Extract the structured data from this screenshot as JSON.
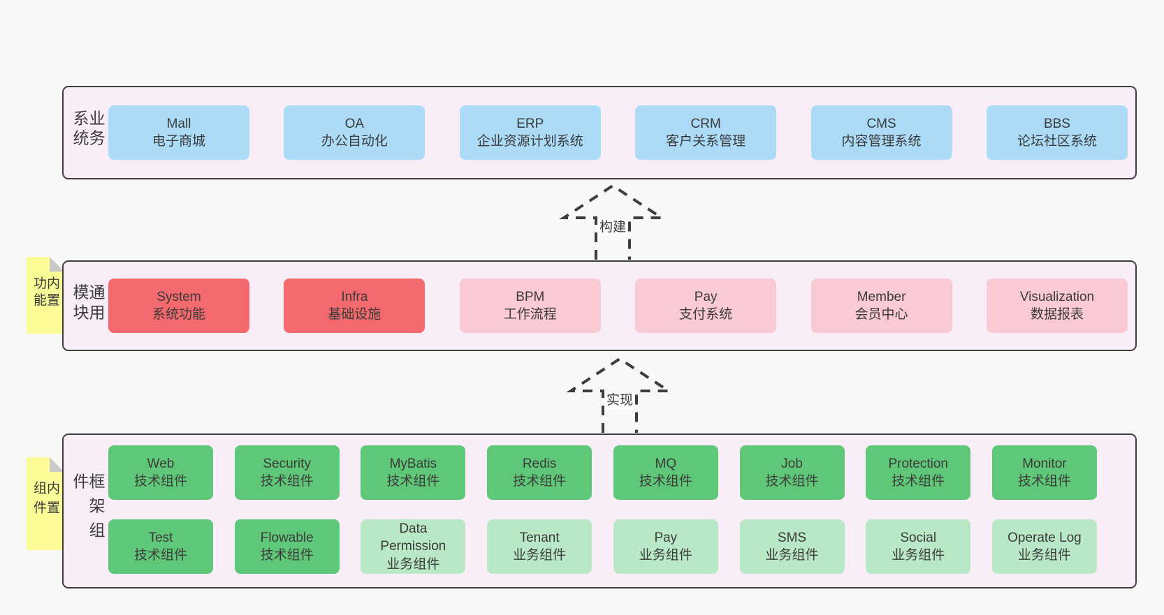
{
  "colors": {
    "page-bg": "#f8f8f8",
    "band-bg": "#f9eef8",
    "line": "#3d3d3d",
    "text": "#3b3b3b",
    "blue": "#abdbf7",
    "red": "#f4696e",
    "pink": "#facad4",
    "green": "#5fc878",
    "lightgreen": "#b9e8c6",
    "yellow": "#fbfb98",
    "fold": "#c9c9c9",
    "label-bg": "#fdfdfd"
  },
  "arrows": [
    {
      "label": "构建"
    },
    {
      "label": "实现"
    }
  ],
  "bands": [
    {
      "label": "业务系统",
      "boxes": [
        {
          "title": "Mall",
          "subtitle": "电子商城"
        },
        {
          "title": "OA",
          "subtitle": "办公自动化"
        },
        {
          "title": "ERP",
          "subtitle": "企业资源计划系统"
        },
        {
          "title": "CRM",
          "subtitle": "客户关系管理"
        },
        {
          "title": "CMS",
          "subtitle": "内容管理系统"
        },
        {
          "title": "BBS",
          "subtitle": "论坛社区系统"
        }
      ]
    },
    {
      "label": "通用模块",
      "sticky": "内置功能",
      "boxes": [
        {
          "title": "System",
          "subtitle": "系统功能"
        },
        {
          "title": "Infra",
          "subtitle": "基础设施"
        },
        {
          "title": "BPM",
          "subtitle": "工作流程"
        },
        {
          "title": "Pay",
          "subtitle": "支付系统"
        },
        {
          "title": "Member",
          "subtitle": "会员中心"
        },
        {
          "title": "Visualization",
          "subtitle": "数据报表"
        }
      ]
    },
    {
      "label": "框架组件",
      "sticky": "内置组件",
      "rows": [
        {
          "boxes": [
            {
              "title": "Web",
              "subtitle": "技术组件"
            },
            {
              "title": "Security",
              "subtitle": "技术组件"
            },
            {
              "title": "MyBatis",
              "subtitle": "技术组件"
            },
            {
              "title": "Redis",
              "subtitle": "技术组件"
            },
            {
              "title": "MQ",
              "subtitle": "技术组件"
            },
            {
              "title": "Job",
              "subtitle": "技术组件"
            },
            {
              "title": "Protection",
              "subtitle": "技术组件"
            },
            {
              "title": "Monitor",
              "subtitle": "技术组件"
            }
          ]
        },
        {
          "boxes": [
            {
              "title": "Test",
              "subtitle": "技术组件"
            },
            {
              "title": "Flowable",
              "subtitle": "技术组件"
            },
            {
              "title": "Data Permission",
              "subtitle": "业务组件"
            },
            {
              "title": "Tenant",
              "subtitle": "业务组件"
            },
            {
              "title": "Pay",
              "subtitle": "业务组件"
            },
            {
              "title": "SMS",
              "subtitle": "业务组件"
            },
            {
              "title": "Social",
              "subtitle": "业务组件"
            },
            {
              "title": "Operate Log",
              "subtitle": "业务组件"
            }
          ]
        }
      ]
    }
  ]
}
